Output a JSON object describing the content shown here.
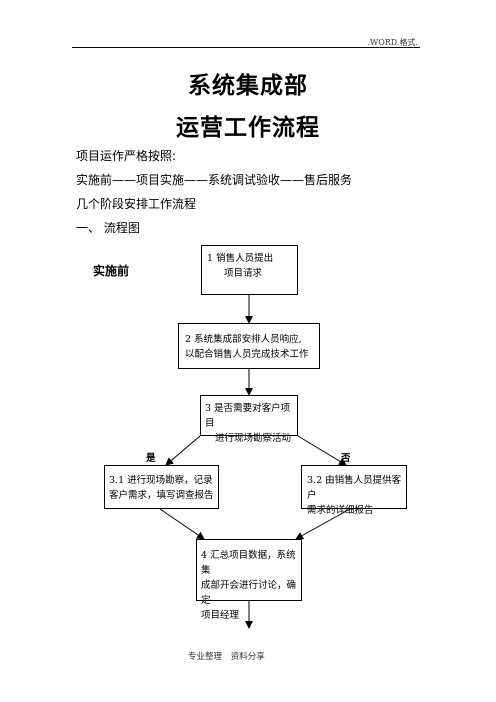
{
  "header": {
    "text": ".WORD.格式."
  },
  "title": {
    "line1": "系统集成部",
    "line2": "运营工作流程"
  },
  "intro": {
    "line1": "项目运作严格按照:",
    "line2": "实施前——项目实施——系统调试验收——售后服务",
    "line3": "几个阶段安排工作流程",
    "line4": "一、  流程图"
  },
  "flowchart": {
    "stage_label": "实施前",
    "step1": {
      "line1": "1 销售人员提出",
      "line2": "项目请求"
    },
    "step2": {
      "line1": "2  系统集成部安排人员响应,",
      "line2": "以配合销售人员完成技术工作"
    },
    "step3": {
      "line1": "3 是否需要对客户项目",
      "line2": "进行现场勘察活动"
    },
    "yes_label": "是",
    "no_label": "否",
    "step3_1": {
      "line1": "3.1 进行现场勘察，记录",
      "line2": "客户需求，填写调查报告"
    },
    "step3_2": {
      "line1": "3.2 由销售人员提供客户",
      "line2": "需求的详细报告"
    },
    "step4": {
      "line1": "4 汇总项目数据，系统集",
      "line2": "成部开会进行讨论，确定",
      "line3": "项目经理"
    }
  },
  "footer": {
    "text": "专业整理  资料分享"
  }
}
